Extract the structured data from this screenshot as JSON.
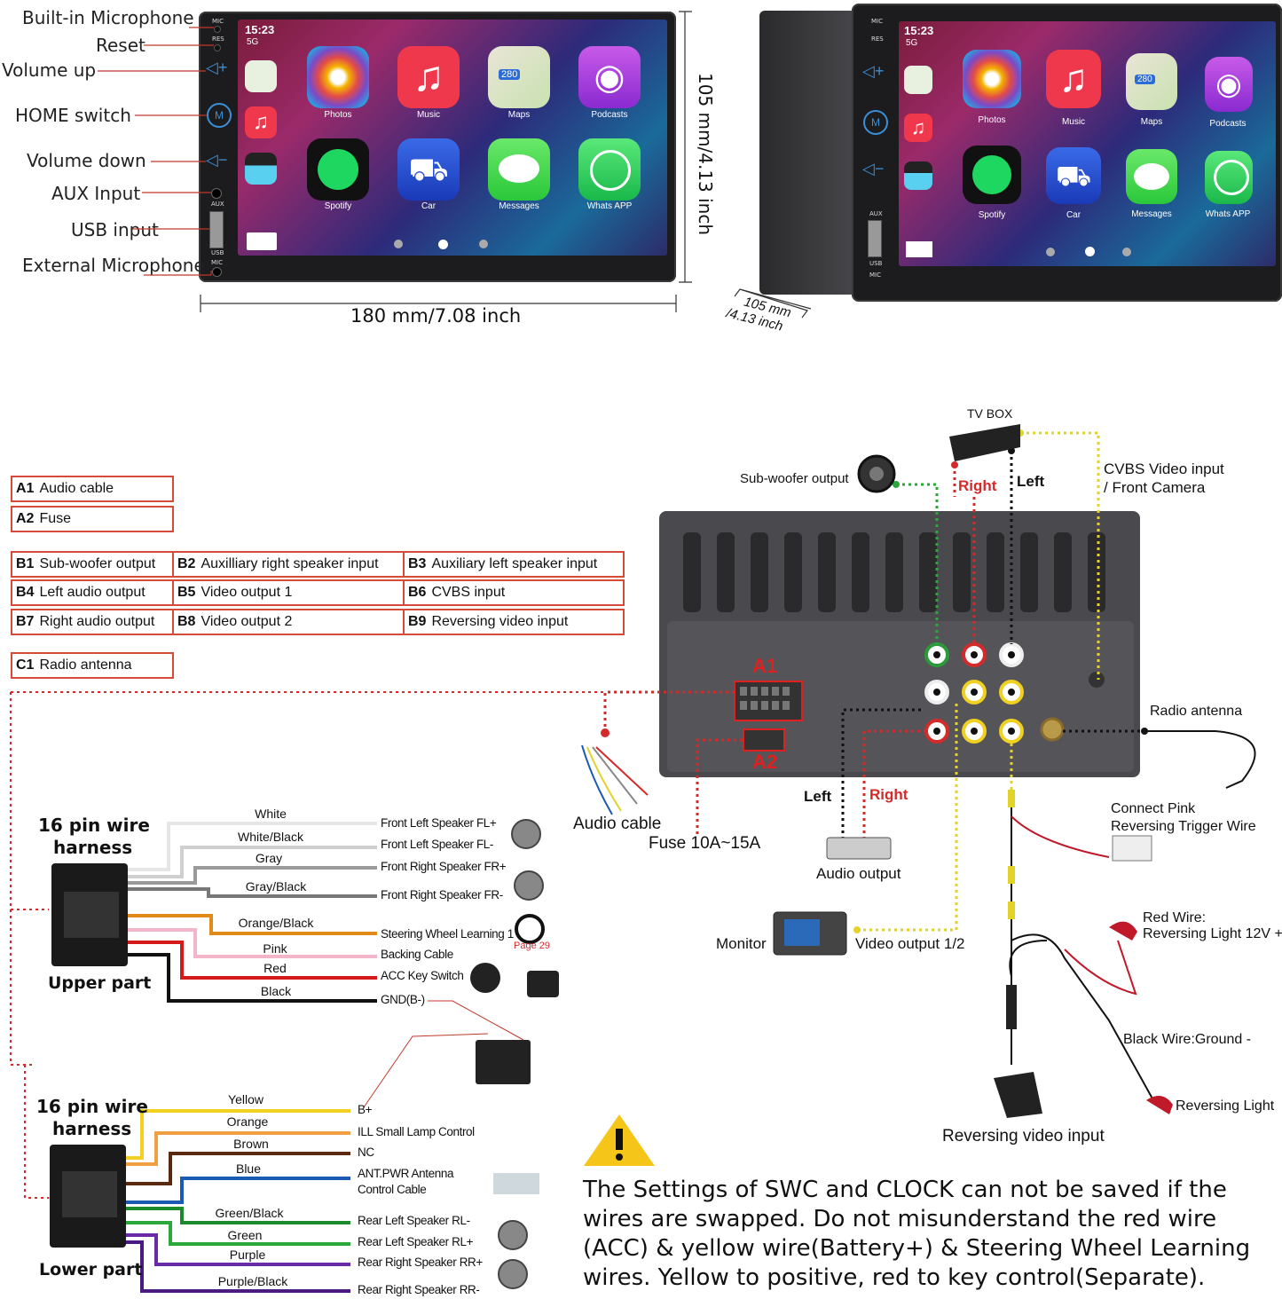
{
  "dimensions": {
    "height_label": "105 mm/4.13 inch",
    "width_label": "180 mm/7.08 inch",
    "depth_label_1": "105 mm",
    "depth_label_2": "/4.13 inch"
  },
  "front_labels": [
    "Built-in Microphone",
    "Reset",
    "Volume up",
    "HOME switch",
    "Volume down",
    "AUX Input",
    "USB input",
    "External Microphone"
  ],
  "screen": {
    "time": "15:23",
    "signal": "5G",
    "apps": [
      "Photos",
      "Music",
      "Maps",
      "Podcasts",
      "Spotify",
      "Car",
      "Messages",
      "Whats APP"
    ],
    "side_marks": [
      "MIC",
      "RES",
      "AUX",
      "USB",
      "MIC"
    ],
    "maps_badge": "280"
  },
  "legend": {
    "A1_code": "A1",
    "A1_text": "Audio cable",
    "A2_code": "A2",
    "A2_text": "Fuse",
    "B1_code": "B1",
    "B1_text": "Sub-woofer output",
    "B2_code": "B2",
    "B2_text": "Auxilliary right speaker input",
    "B3_code": "B3",
    "B3_text": "Auxiliary left speaker input",
    "B4_code": "B4",
    "B4_text": "Left audio output",
    "B5_code": "B5",
    "B5_text": "Video output 1",
    "B6_code": "B6",
    "B6_text": "CVBS input",
    "B7_code": "B7",
    "B7_text": "Right audio output",
    "B8_code": "B8",
    "B8_text": "Video output 2",
    "B9_code": "B9",
    "B9_text": "Reversing video input",
    "C1_code": "C1",
    "C1_text": "Radio antenna"
  },
  "harness_upper": {
    "title_line1": "16 pin wire",
    "title_line2": "harness",
    "part": "Upper part",
    "wires": [
      {
        "color": "White",
        "dest": "Front Left Speaker FL+",
        "hex": "#e6e6e6"
      },
      {
        "color": "White/Black",
        "dest": "Front Left Speaker FL-",
        "hex": "#cfcfcf"
      },
      {
        "color": "Gray",
        "dest": "Front Right Speaker FR+",
        "hex": "#9a9a9a"
      },
      {
        "color": "Gray/Black",
        "dest": "Front Right Speaker FR-",
        "hex": "#777777"
      },
      {
        "color": "Orange/Black",
        "dest": "Steering Wheel Learning 1",
        "hex": "#e08a1a"
      },
      {
        "color": "Pink",
        "dest": "Backing Cable",
        "hex": "#f2b6c8"
      },
      {
        "color": "Red",
        "dest": "ACC Key Switch",
        "hex": "#d41a1a"
      },
      {
        "color": "Black",
        "dest": "GND(B-)",
        "hex": "#111111"
      }
    ],
    "page_ref": "Page 29"
  },
  "harness_lower": {
    "title_line1": "16 pin wire",
    "title_line2": "harness",
    "part": "Lower part",
    "wires": [
      {
        "color": "Yellow",
        "dest": "B+",
        "hex": "#f0d020"
      },
      {
        "color": "Orange",
        "dest": "ILL Small Lamp Control",
        "hex": "#f0a040"
      },
      {
        "color": "Brown",
        "dest": "NC",
        "hex": "#5a2a10"
      },
      {
        "color": "Blue",
        "dest": "ANT.PWR Antenna",
        "dest2": "Control Cable",
        "hex": "#1a5ab4"
      },
      {
        "color": "Green/Black",
        "dest": "Rear Left Speaker RL-",
        "hex": "#1a8a2a"
      },
      {
        "color": "Green",
        "dest": "Rear Left Speaker RL+",
        "hex": "#2aa83a"
      },
      {
        "color": "Purple",
        "dest": "Rear Right Speaker RR+",
        "hex": "#6a2aa8"
      },
      {
        "color": "Purple/Black",
        "dest": "Rear Right Speaker RR-",
        "hex": "#4a1a80"
      }
    ]
  },
  "diagram": {
    "tv_box": "TV BOX",
    "subwoofer": "Sub-woofer output",
    "right_top": "Right",
    "left_top": "Left",
    "cvbs_1": "CVBS Video input",
    "cvbs_2": "/ Front Camera",
    "a1": "A1",
    "a2": "A2",
    "radio_antenna": "Radio antenna",
    "audio_cable": "Audio cable",
    "fuse": "Fuse 10A~15A",
    "left_bottom": "Left",
    "right_bottom": "Right",
    "audio_output": "Audio output",
    "pink_1": "Connect Pink",
    "pink_2": "Reversing Trigger Wire",
    "monitor": "Monitor",
    "video_output": "Video output 1/2",
    "red_wire_1": "Red Wire:",
    "red_wire_2": "Reversing Light 12V +",
    "black_wire": "Black Wire:Ground -",
    "reversing_light": "Reversing Light",
    "reversing_video": "Reversing video input"
  },
  "warning": "The Settings of SWC and CLOCK can not be saved if the wires are swapped. Do not misunderstand the red wire (ACC) & yellow wire(Battery+) & Steering Wheel Learning wires. Yellow to positive, red to key control(Separate)."
}
